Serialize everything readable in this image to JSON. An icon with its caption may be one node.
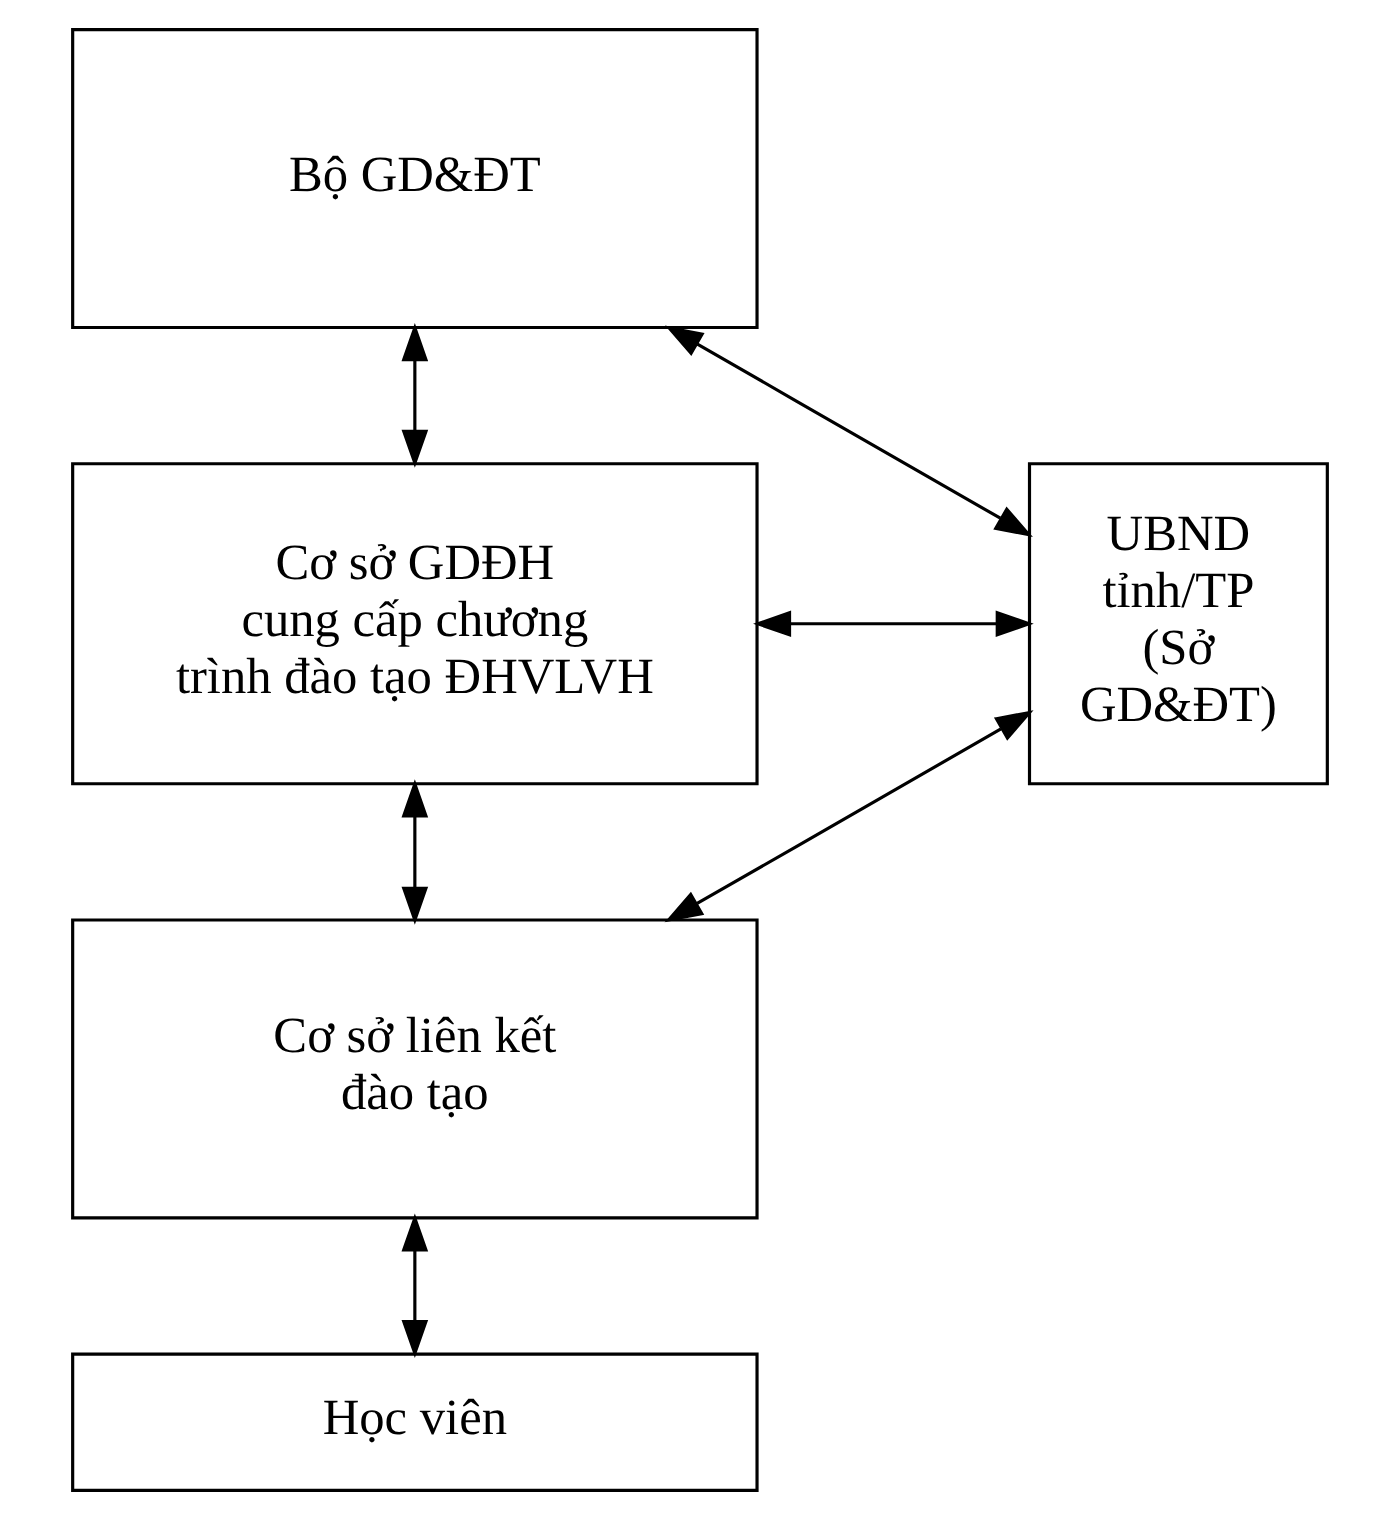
{
  "diagram": {
    "nodes": [
      {
        "text": [
          "Bộ GD&ĐT"
        ]
      },
      {
        "text": [
          "Cơ sở GDĐH cung cấp chương trình đào tạo ĐHVLVH"
        ]
      },
      {
        "text": [
          "Cơ sở liên kết đào tạo"
        ]
      },
      {
        "text": [
          "Học viên"
        ]
      },
      {
        "text": [
          "UBND tỉnh/TP (Sở GD&ĐT)"
        ]
      }
    ],
    "edges": [
      {
        "from": 0,
        "to": 1,
        "arrow": "both"
      },
      {
        "from": 0,
        "to": 4,
        "arrow": "both"
      },
      {
        "from": 1,
        "to": 4,
        "arrow": "both"
      },
      {
        "from": 1,
        "to": 2,
        "arrow": "both"
      },
      {
        "from": 2,
        "to": 4,
        "arrow": "both"
      },
      {
        "from": 2,
        "to": 3,
        "arrow": "both"
      }
    ]
  }
}
